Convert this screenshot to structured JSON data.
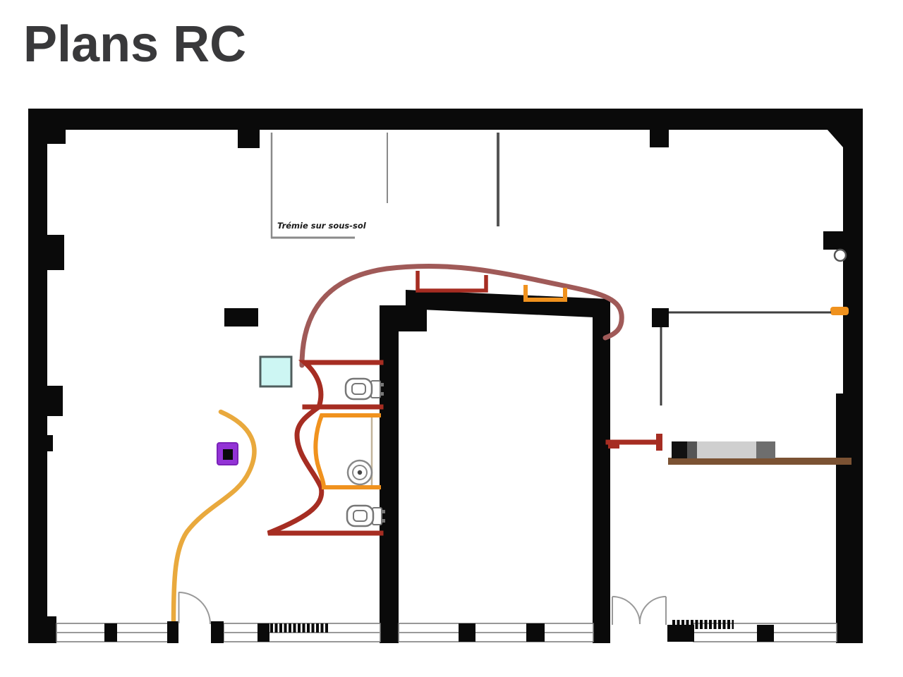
{
  "page": {
    "title": "Plans RC",
    "background": "#ffffff"
  },
  "plan": {
    "annotation": "Trémie sur sous-sol",
    "colors": {
      "title": "#39393b",
      "wall": "#0a0a0a",
      "rosy": "#a05a58",
      "red": "#a62d22",
      "orange": "#f0921e",
      "yellow": "#e9a93d",
      "brown": "#7b5233",
      "cyan": "#cdf6f3",
      "purple": "#9333d6",
      "gray": "#3f3f3f",
      "arc": "#999999"
    },
    "icons": [
      "toilet-icon",
      "toilet-icon",
      "floor-drain-icon",
      "door-swing-icon",
      "double-door-swing-icon",
      "window-band",
      "radiator-hatch"
    ]
  }
}
